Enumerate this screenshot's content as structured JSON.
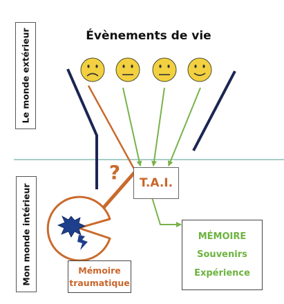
{
  "outer_world_label": "Le monde extérieur",
  "inner_world_label": "Mon monde intérieur",
  "title": "Évènements de vie",
  "question_mark": "?",
  "tai_label": "T.A.I.",
  "memory_box": {
    "title": "MÉMOIRE",
    "line1": "Souvenirs",
    "line2": "Expérience"
  },
  "trauma_box": {
    "line1": "Mémoire",
    "line2": "traumatique"
  },
  "faces": [
    "sad-face-icon",
    "neutral-face-icon",
    "neutral-face-icon",
    "smiling-face-icon"
  ],
  "colors": {
    "face_fill": "#f2d040",
    "orange": "#c96a2c",
    "green": "#78b24a",
    "navy": "#1c2653",
    "separator": "#4f9a8e",
    "text_green": "#6cb33f",
    "text_orange": "#c9662a",
    "star": "#1e3f8c"
  }
}
